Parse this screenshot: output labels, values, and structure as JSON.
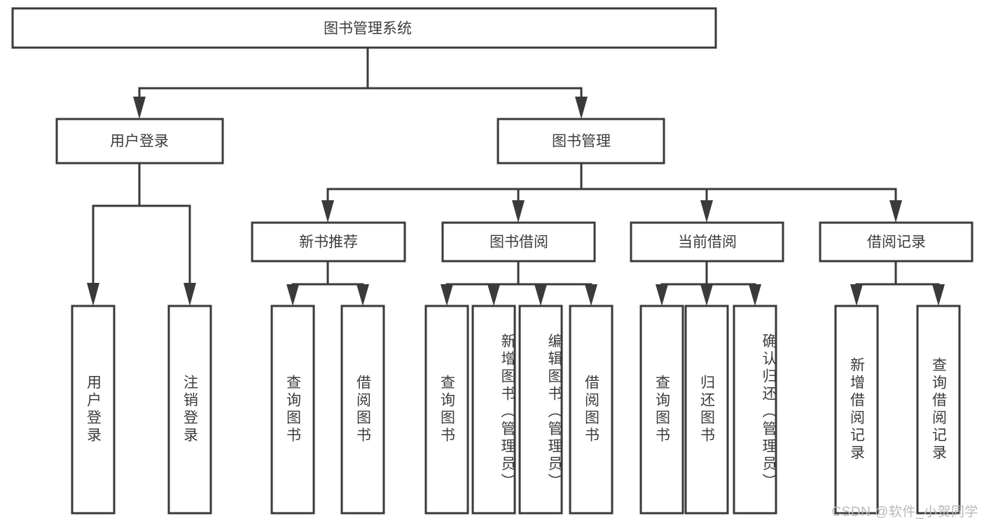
{
  "diagram": {
    "title": "图书管理系统",
    "type": "tree-hierarchy-chart",
    "root": {
      "label": "图书管理系统",
      "orientation": "horizontal"
    },
    "level2": {
      "user_login": "用户登录",
      "book_manage": "图书管理"
    },
    "level3": {
      "new_book_recommend": "新书推荐",
      "book_borrow": "图书借阅",
      "current_borrow": "当前借阅",
      "borrow_record": "借阅记录"
    },
    "leaves": {
      "user_login_1": "用户登录",
      "user_login_2": "注销登录",
      "recommend_1": "查询图书",
      "recommend_2": "借阅图书",
      "borrow_1": "查询图书",
      "borrow_2": "新增图书（管理员）",
      "borrow_3": "编辑图书（管理员）",
      "borrow_4": "借阅图书",
      "current_1": "查询图书",
      "current_2": "归还图书",
      "current_3": "确认归还（管理员）",
      "record_1": "新增借阅记录",
      "record_2": "查询借阅记录"
    }
  },
  "watermark": {
    "text": "CSDN @软件_小贺同学"
  },
  "colors": {
    "stroke": "#3a3a3a",
    "text": "#3c3c3c",
    "background": "#ffffff",
    "watermark": "#b9b9b9"
  }
}
